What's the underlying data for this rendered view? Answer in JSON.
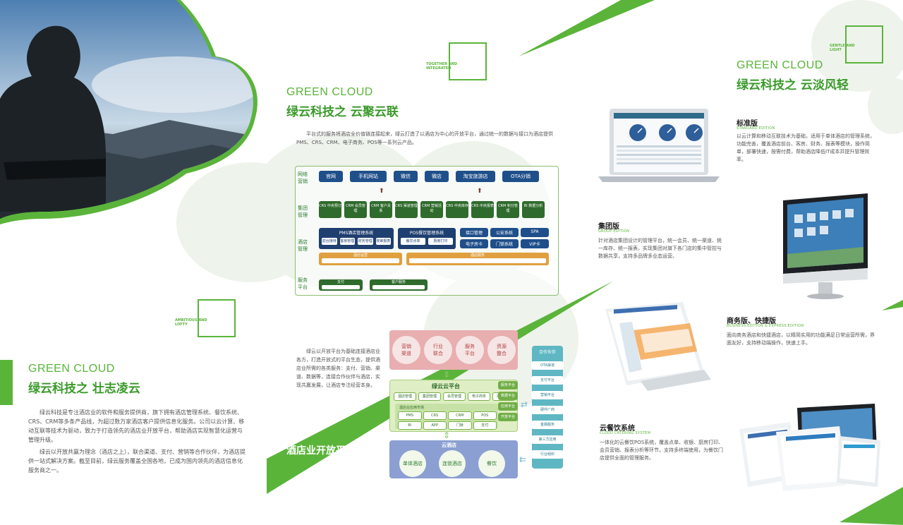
{
  "panel1": {
    "gc_en": "GREEN CLOUD",
    "gc_cn": "绿云科技之  壮志凌云",
    "tag": "AMBITIOUS AND LOFTY",
    "para1": "绿云科技是专注酒店业的软件和服务提供商，旗下拥有酒店管理系统、餐饮系统、CRS、CRM等多条产品线，为超过数万家酒店客户提供信息化服务。公司以云计算、移动互联等技术为驱动，致力于打造领先的酒店业开放平台，帮助酒店实现智慧化运营与管理升级。",
    "para2": "绿云以开放共赢为理念（酒店之上），联合渠道、支付、营销等合作伙伴，为酒店提供一站式解决方案。截至目前，绿云服务覆盖全国各地，已成为国内领先的酒店信息化服务商之一。"
  },
  "panel2": {
    "tag": "TOGETHER AND INTEGRATED",
    "gc_en": "GREEN CLOUD",
    "gc_cn": "绿云科技之  云聚云联",
    "intro": "平台式的服务将酒店全价值链连接起来，绿云打造了以酒店为中心的开放平台，通过统一的数据与接口为酒店提供PMS、CRS、CRM、电子商务、POS等一系列云产品。",
    "rows": {
      "net": "网络营销",
      "group": "集团管理",
      "hotel": "酒店管理",
      "service": "服务平台"
    },
    "channels": [
      "官网",
      "手机网站",
      "微信",
      "微店",
      "淘宝旅游店",
      "OTA分销"
    ],
    "group_items": [
      "CRS\n中央预订",
      "CRM\n会员管理",
      "CRM\n客户关系",
      "CRS\n渠道管理",
      "CRM\n营销活动",
      "CRS\n中央库存",
      "CRS\n中央报表",
      "CRM\n积分管理",
      "BI\n数据分析"
    ],
    "hotel_pms": "PMS酒店管理系统",
    "hotel_pos": "POS餐饮管理系统",
    "hotel_items": [
      "前台接待",
      "客房管理",
      "财务管理",
      "夜审报表"
    ],
    "hotel_pos_items": [
      "餐饮点单",
      "厨房打印"
    ],
    "hotel_misc": [
      "接口管理",
      "公安系统",
      "SPA",
      "电子房卡",
      "门锁系统",
      "VIP卡"
    ],
    "hotel_orange1": "酒店运营",
    "hotel_orange2": "酒店服务",
    "svc_a": "支付",
    "svc_b": "客户服务",
    "caption": "酒店业开放平台",
    "para": "绿云以开放平台为基础连接酒店业各方，打造开放式的平台生态，提供酒店业所需的各类服务：支付、营销、渠道、数据等，连接合作伙伴与酒店，实现共赢发展，让酒店专注经营本身。"
  },
  "diagram": {
    "top_nodes": [
      "营销\n渠道",
      "行业\n联合",
      "服务\n平台",
      "资源\n整合"
    ],
    "center": "绿云云平台",
    "center_chips": [
      "酒店管理",
      "集团管理",
      "会员管理",
      "电子商务",
      "渠道直连"
    ],
    "sub_title": "酒店业应用市场",
    "sub_chips": [
      "PMS",
      "CRS",
      "CRM",
      "POS",
      "BI",
      "APP",
      "门锁",
      "支付"
    ],
    "side_left": [
      "服务平台",
      "数据平台",
      "应用平台",
      "开放平台"
    ],
    "right_title": "合作伙伴",
    "right_items": [
      "OTA渠道",
      "支付平台",
      "营销平台",
      "硬件厂商",
      "金融服务",
      "第三方应用",
      "行业组织"
    ],
    "bottom_title": "云酒店",
    "bottom_nodes": [
      "单体酒店",
      "连锁酒店",
      "餐饮"
    ]
  },
  "panel3": {
    "tag": "GENTLE AND LIGHT",
    "gc_en": "GREEN CLOUD",
    "gc_cn": "绿云科技之  云淡风轻",
    "products": [
      {
        "title": "标准版",
        "sub": "STANDARD EDITION",
        "text": "以云计算和移动互联技术为基础，适用于单体酒店的管理系统，功能完善，覆盖酒店前台、客房、财务、报表等模块，操作简单，部署快速，按需付费，帮助酒店降低IT成本并提升管理效率。"
      },
      {
        "title": "集团版",
        "sub": "GROUP EDITION",
        "text": "针对酒店集团设计的管理平台，统一会员、统一渠道、统一库存、统一报表，实现集团对旗下各门店的集中管控与数据共享，支持多品牌多业态运营。"
      },
      {
        "title": "商务版、快捷版",
        "sub": "BUSINESS EDITION & EXPRESS EDITION",
        "text": "面向商务酒店和快捷酒店，以精简实用的功能满足日常运营所需，界面友好，支持移动端操作，快速上手。"
      },
      {
        "title": "云餐饮系统",
        "sub": "CLOUD CATERING SYSTEM",
        "text": "一体化的云餐饮POS系统，覆盖点单、收银、厨房打印、会员营销、报表分析等环节，支持多终端使用，为餐饮门店提供全面的管理服务。"
      }
    ]
  },
  "colors": {
    "green": "#5bb43a",
    "dark_green": "#3a9a2a",
    "navy": "#1f4f8a",
    "orange": "#e0a040"
  }
}
